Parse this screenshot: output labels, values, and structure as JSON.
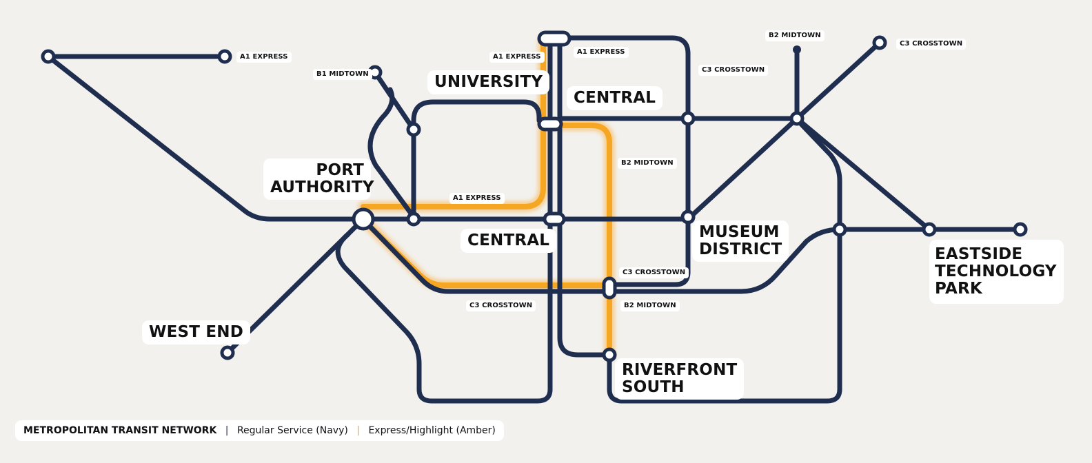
{
  "map": {
    "colors": {
      "navy": "#1f2d4e",
      "amber": "#f5a623",
      "background": "#f2f1ed",
      "label_bg": "#ffffff"
    },
    "stations": [
      {
        "id": "port-authority",
        "name": "PORT AUTHORITY",
        "lines": [
          "PORT",
          "AUTHORITY"
        ]
      },
      {
        "id": "university",
        "name": "UNIVERSITY"
      },
      {
        "id": "central-north",
        "name": "CENTRAL"
      },
      {
        "id": "central-south",
        "name": "CENTRAL"
      },
      {
        "id": "museum-district",
        "name": "MUSEUM DISTRICT",
        "lines": [
          "MUSEUM",
          "DISTRICT"
        ]
      },
      {
        "id": "eastside-technology-park",
        "name": "EASTSIDE TECHNOLOGY PARK",
        "lines": [
          "EASTSIDE",
          "TECHNOLOGY",
          "PARK"
        ]
      },
      {
        "id": "west-end",
        "name": "WEST END"
      },
      {
        "id": "riverfront-south",
        "name": "RIVERFRONT SOUTH",
        "lines": [
          "RIVERFRONT",
          "SOUTH"
        ]
      }
    ],
    "line_labels": [
      {
        "text": "A1 EXPRESS",
        "pos": "top-left-terminus"
      },
      {
        "text": "B1 MIDTOWN",
        "pos": "b1-terminus"
      },
      {
        "text": "A1 EXPRESS",
        "pos": "above-university"
      },
      {
        "text": "A1 EXPRESS",
        "pos": "top-center"
      },
      {
        "text": "C3 CROSSTOWN",
        "pos": "top-right-loop"
      },
      {
        "text": "B2 MIDTOWN",
        "pos": "b2-terminus"
      },
      {
        "text": "C3 CROSSTOWN",
        "pos": "c3-terminus"
      },
      {
        "text": "B2 MIDTOWN",
        "pos": "central-east"
      },
      {
        "text": "A1 EXPRESS",
        "pos": "express-bend"
      },
      {
        "text": "C3 CROSSTOWN",
        "pos": "museum-loop"
      },
      {
        "text": "C3 CROSSTOWN",
        "pos": "lower-center"
      },
      {
        "text": "B2 MIDTOWN",
        "pos": "lower-b2"
      }
    ]
  },
  "legend": {
    "title": "METROPOLITAN TRANSIT NETWORK",
    "separator": "|",
    "regular": "Regular Service (Navy)",
    "express": "Express/Highlight (Amber)"
  }
}
